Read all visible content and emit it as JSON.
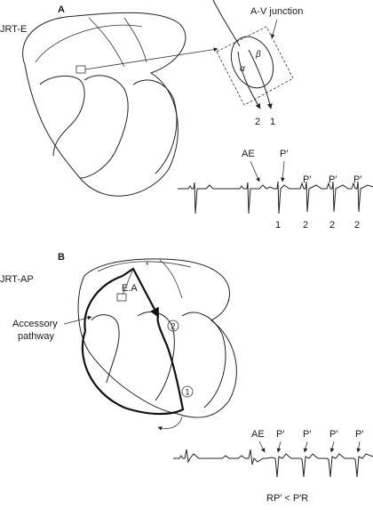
{
  "panel_a": {
    "letter": "A",
    "label": "JRT-E",
    "junction_label": "A-V junction",
    "alpha": "α",
    "beta": "β",
    "path_num_left": "2",
    "path_num_right": "1",
    "ecg_ae": "AE",
    "ecg_p_labels": [
      "P′",
      "P′",
      "P′",
      "P′"
    ],
    "ecg_beat_numbers": [
      "1",
      "2",
      "2",
      "2"
    ]
  },
  "panel_b": {
    "letter": "B",
    "label": "JRT-AP",
    "ea_label": "E.A",
    "accessory_label_line1": "Accessory",
    "accessory_label_line2": "pathway",
    "circle_1": "1",
    "circle_2": "2",
    "ecg_ae": "AE",
    "ecg_p_labels": [
      "P′",
      "P′",
      "P′",
      "P′"
    ],
    "rp_relation": "RP′ < P′R"
  }
}
